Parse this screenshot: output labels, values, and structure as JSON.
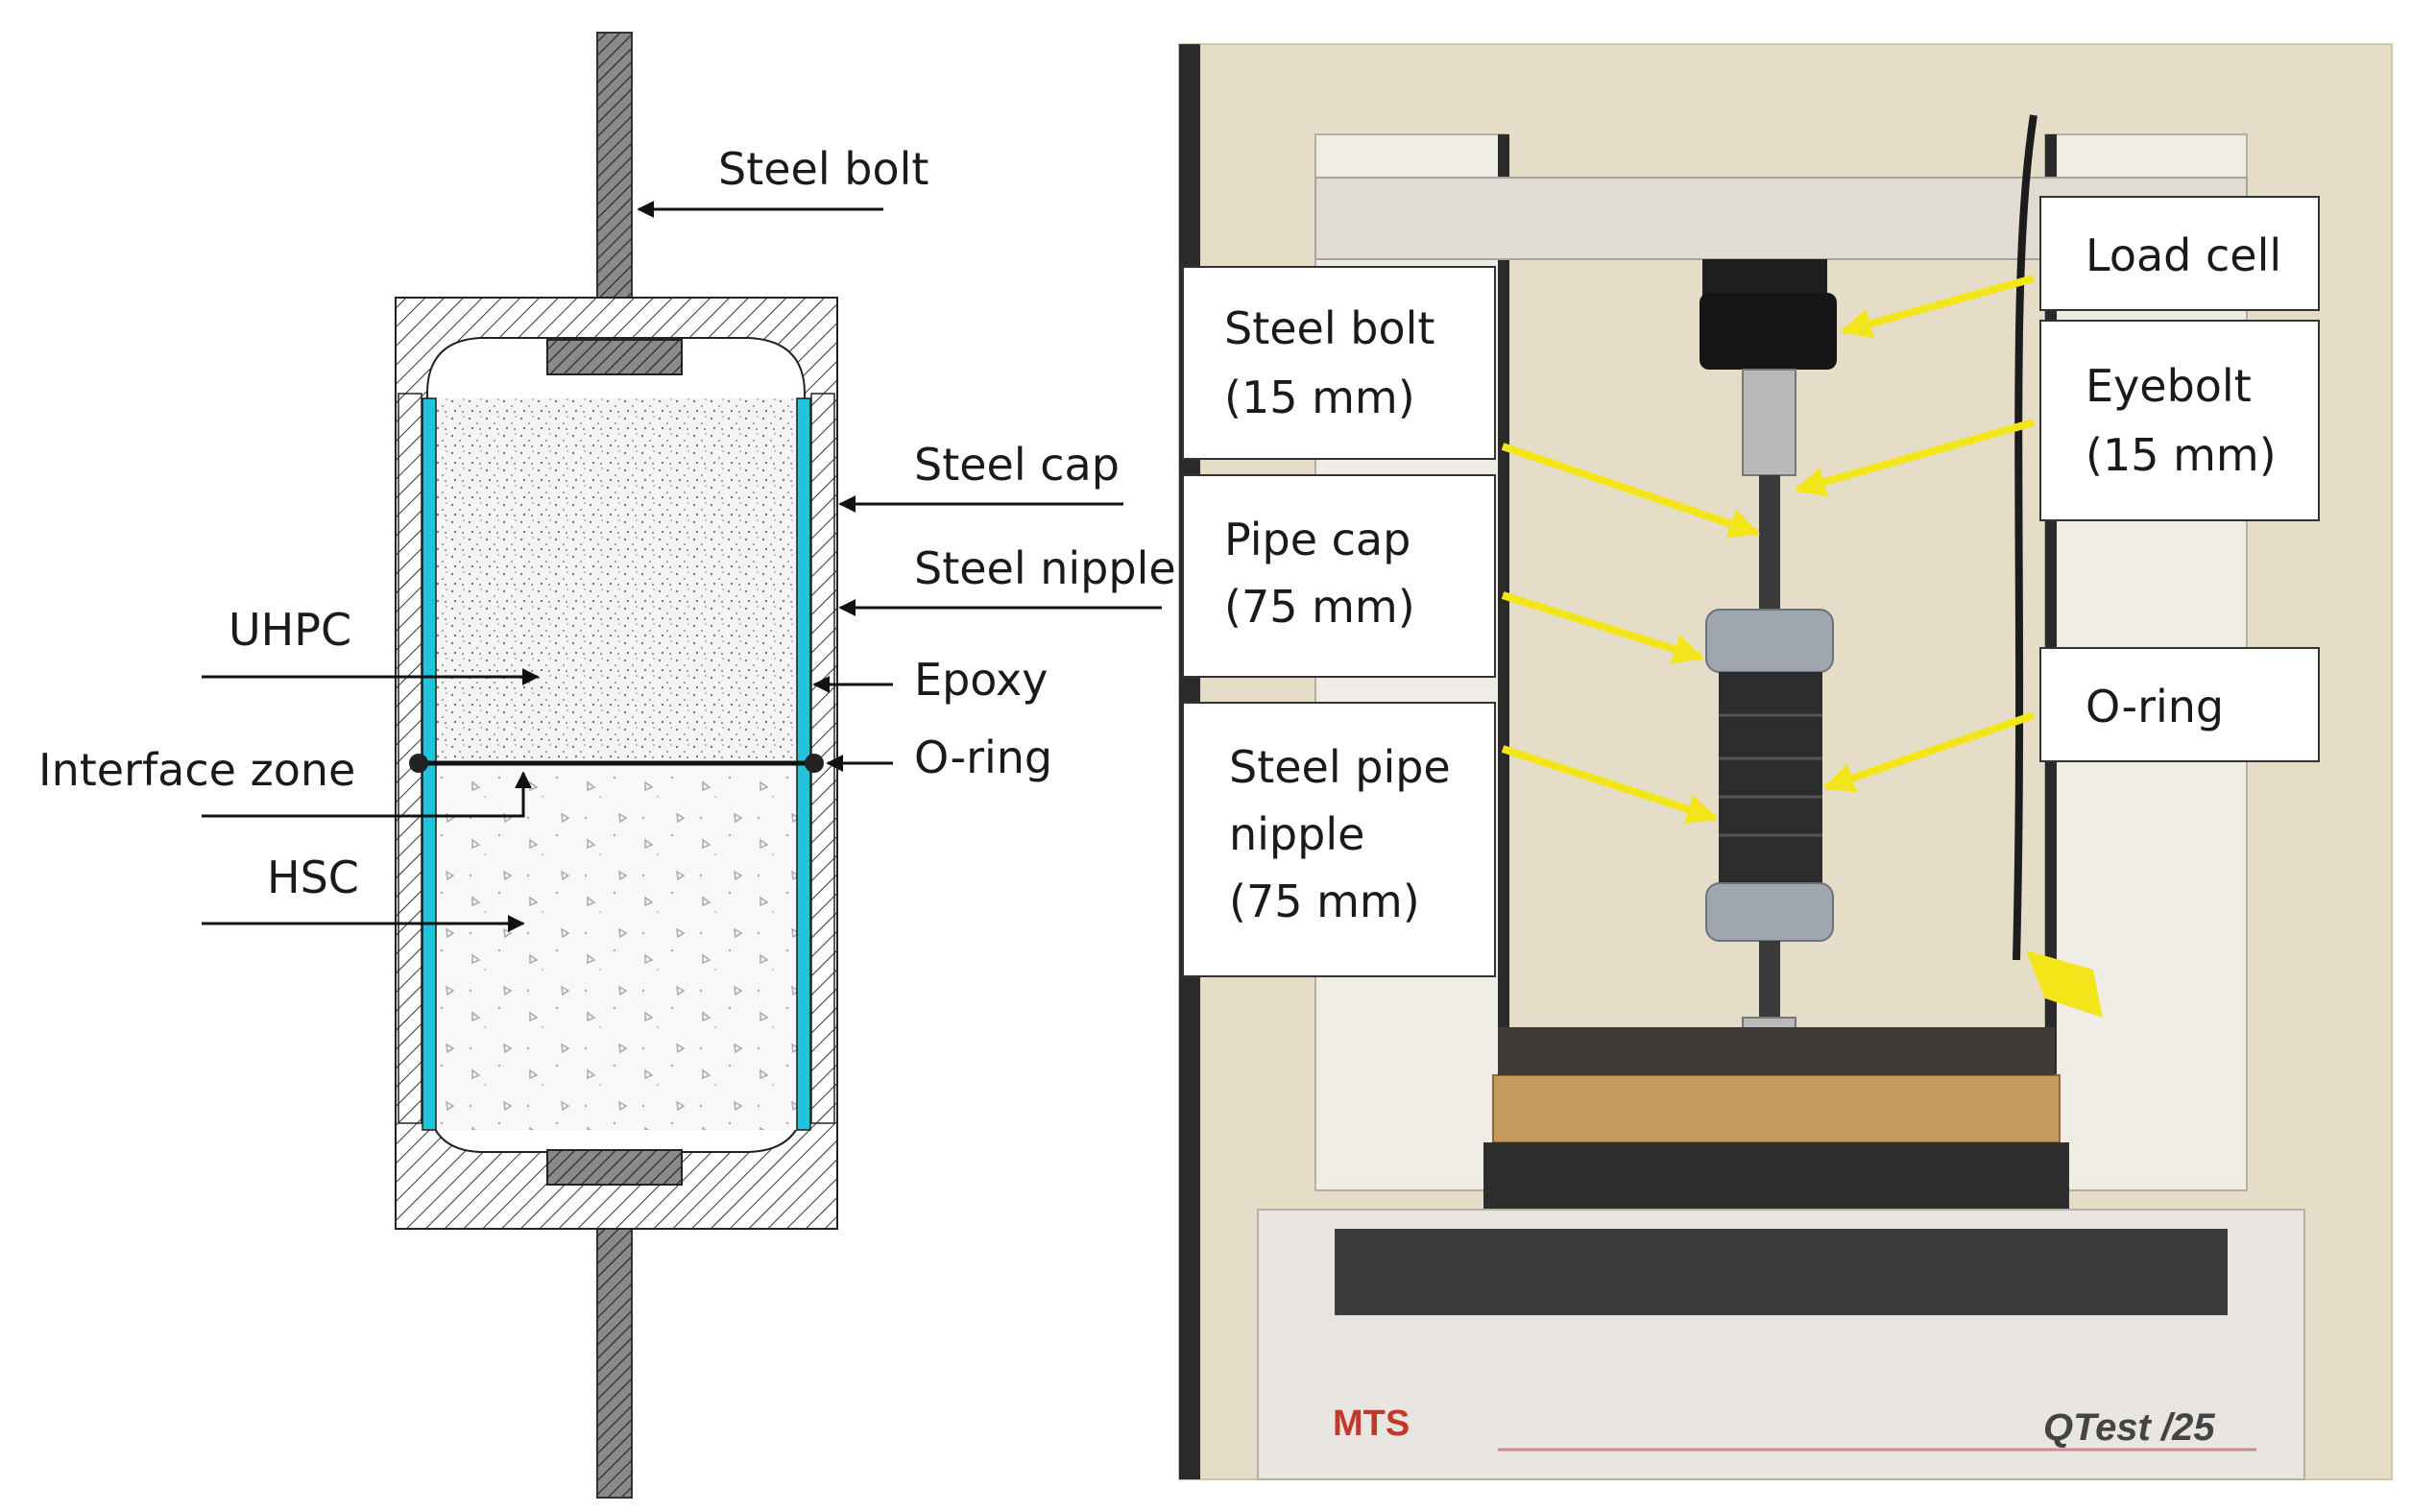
{
  "schematic": {
    "labels": {
      "steel_bolt": "Steel bolt",
      "steel_cap": "Steel cap",
      "steel_nipple": "Steel nipple",
      "uhpc": "UHPC",
      "epoxy": "Epoxy",
      "interface_zone": "Interface zone",
      "o_ring": "O-ring",
      "hsc": "HSC"
    }
  },
  "photo": {
    "callouts": {
      "load_cell": "Load cell",
      "steel_bolt_l1": "Steel bolt",
      "steel_bolt_l2": "(15 mm)",
      "eyebolt_l1": "Eyebolt",
      "eyebolt_l2": "(15 mm)",
      "pipe_cap_l1": "Pipe cap",
      "pipe_cap_l2": "(75 mm)",
      "o_ring": "O-ring",
      "steel_pipe_nipple_l1": "Steel pipe",
      "steel_pipe_nipple_l2": "nipple",
      "steel_pipe_nipple_l3": "(75 mm)"
    },
    "machine": {
      "brand": "MTS",
      "model": "QTest /25"
    }
  },
  "colors": {
    "epoxy": "#22c4dd",
    "arrow_yellow": "#f2e61a",
    "steel": "#7a7a7a",
    "brand_red": "#c0392b"
  }
}
